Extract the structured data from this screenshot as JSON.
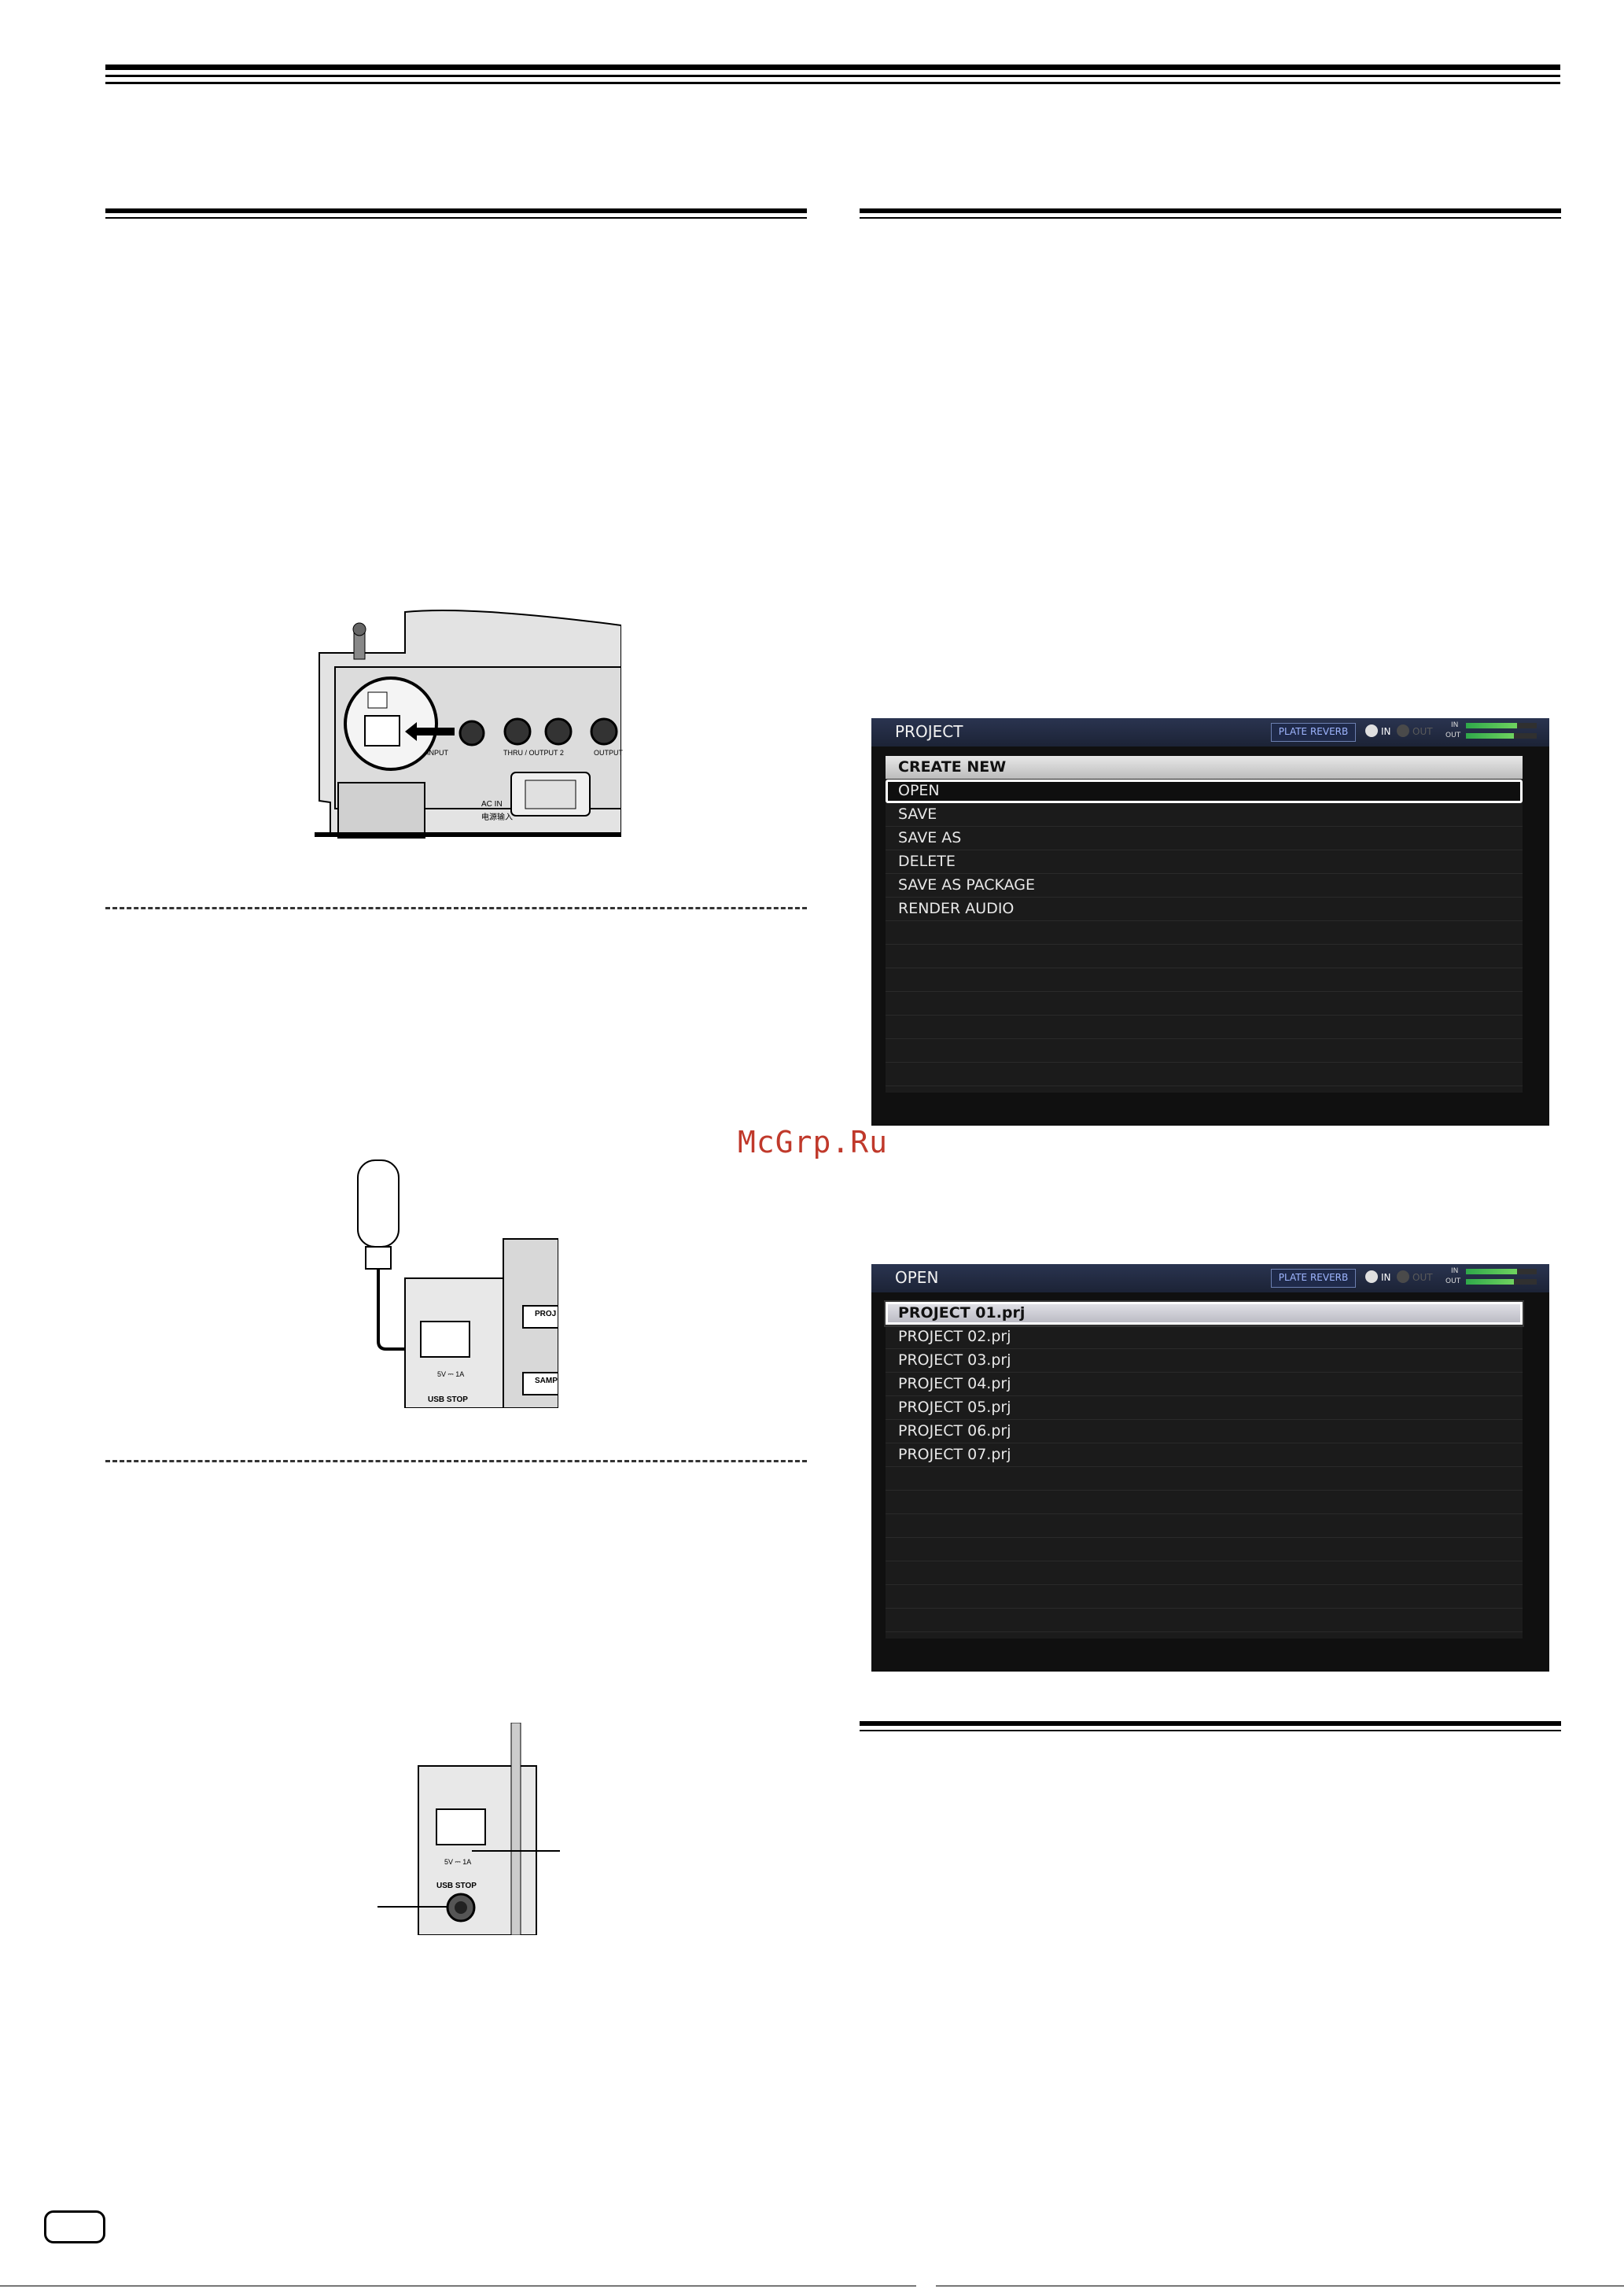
{
  "watermark": "McGrp.Ru",
  "illustration_power": {
    "ac_in_label": "AC IN",
    "ac_in_label_cn": "电源输入",
    "ports": [
      "INPUT",
      "THRU / OUTPUT 2",
      "OUTPUT"
    ]
  },
  "illustration_usb_connect": {
    "usb_rating": "5V ⎓ 1A",
    "usb_stop_label": "USB STOP",
    "buttons": [
      "PROJ",
      "SAMP"
    ]
  },
  "illustration_usb_stop": {
    "usb_rating": "5V ⎓ 1A",
    "usb_stop_label": "USB STOP"
  },
  "screen_project": {
    "title": "PROJECT",
    "effect_badge": "PLATE REVERB",
    "in_label": "IN",
    "out_label": "OUT",
    "meter_in_label": "IN",
    "meter_out_label": "OUT",
    "meter_in_level": 0.72,
    "meter_out_level": 0.68,
    "header_row": "CREATE NEW",
    "selected_row": "OPEN",
    "items": [
      "SAVE",
      "SAVE AS",
      "DELETE",
      "SAVE AS PACKAGE",
      "RENDER AUDIO"
    ]
  },
  "screen_open": {
    "title": "OPEN",
    "effect_badge": "PLATE REVERB",
    "in_label": "IN",
    "out_label": "OUT",
    "meter_in_label": "IN",
    "meter_out_label": "OUT",
    "meter_in_level": 0.72,
    "meter_out_level": 0.68,
    "selected_row": "PROJECT 01.prj",
    "items": [
      "PROJECT 02.prj",
      "PROJECT 03.prj",
      "PROJECT 04.prj",
      "PROJECT 05.prj",
      "PROJECT 06.prj",
      "PROJECT 07.prj"
    ]
  }
}
